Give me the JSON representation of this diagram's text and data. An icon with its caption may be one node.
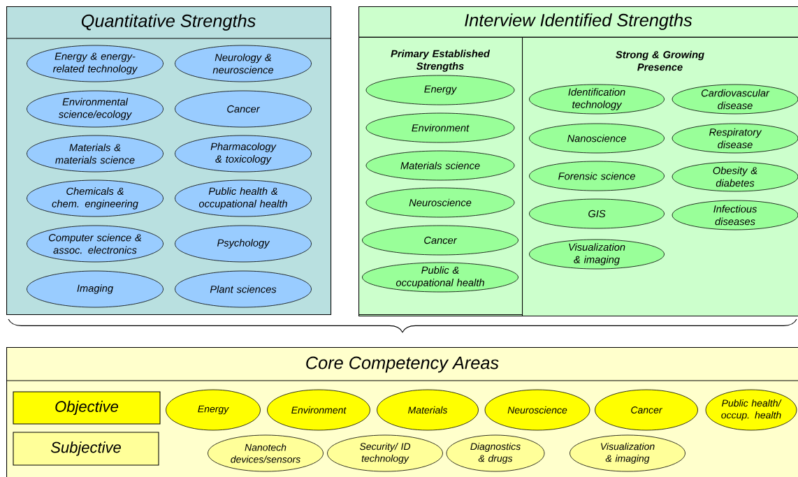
{
  "diagram": {
    "nodes": [
      {
        "text": [
          "Quantitative Strengths"
        ]
      },
      {
        "text": [
          "Energy & energy-related technology"
        ],
        "in": 0
      },
      {
        "text": [
          "Neurology & neuroscience"
        ],
        "in": 0
      },
      {
        "text": [
          "Environmental science/ecology"
        ],
        "in": 0
      },
      {
        "text": [
          "Cancer"
        ],
        "in": 0
      },
      {
        "text": [
          "Materials & materials science"
        ],
        "in": 0
      },
      {
        "text": [
          "Pharmacology & toxicology"
        ],
        "in": 0
      },
      {
        "text": [
          "Chemicals & chem. engineering"
        ],
        "in": 0
      },
      {
        "text": [
          "Public health & occupational health"
        ],
        "in": 0
      },
      {
        "text": [
          "Computer science & assoc. electronics"
        ],
        "in": 0
      },
      {
        "text": [
          "Psychology"
        ],
        "in": 0
      },
      {
        "text": [
          "Imaging"
        ],
        "in": 0
      },
      {
        "text": [
          "Plant sciences"
        ],
        "in": 0
      },
      {
        "text": [
          "Interview Identified Strengths"
        ]
      },
      {
        "text": [
          "Primary Established Strengths"
        ],
        "in": 13
      },
      {
        "text": [
          "Energy"
        ],
        "in": 14
      },
      {
        "text": [
          "Environment"
        ],
        "in": 14
      },
      {
        "text": [
          "Materials science"
        ],
        "in": 14
      },
      {
        "text": [
          "Neuroscience"
        ],
        "in": 14
      },
      {
        "text": [
          "Cancer"
        ],
        "in": 14
      },
      {
        "text": [
          "Public & occupational health"
        ],
        "in": 14
      },
      {
        "text": [
          "Strong & Growing Presence"
        ],
        "in": 13
      },
      {
        "text": [
          "Identification technology"
        ],
        "in": 21
      },
      {
        "text": [
          "Cardiovascular disease"
        ],
        "in": 21
      },
      {
        "text": [
          "Nanoscience"
        ],
        "in": 21
      },
      {
        "text": [
          "Respiratory disease"
        ],
        "in": 21
      },
      {
        "text": [
          "Forensic science"
        ],
        "in": 21
      },
      {
        "text": [
          "Obesity & diabetes"
        ],
        "in": 21
      },
      {
        "text": [
          "GIS"
        ],
        "in": 21
      },
      {
        "text": [
          "Infectious diseases"
        ],
        "in": 21
      },
      {
        "text": [
          "Visualization & imaging"
        ],
        "in": 21
      },
      {
        "text": [
          "Core Competency Areas"
        ]
      },
      {
        "text": [
          "Objective"
        ],
        "in": 31
      },
      {
        "text": [
          "Energy"
        ],
        "in": 31
      },
      {
        "text": [
          "Environment"
        ],
        "in": 31
      },
      {
        "text": [
          "Materials"
        ],
        "in": 31
      },
      {
        "text": [
          "Neuroscience"
        ],
        "in": 31
      },
      {
        "text": [
          "Cancer"
        ],
        "in": 31
      },
      {
        "text": [
          "Public health/ occup. health"
        ],
        "in": 31
      },
      {
        "text": [
          "Subjective"
        ],
        "in": 31
      },
      {
        "text": [
          "Nanotech devices/sensors"
        ],
        "in": 31
      },
      {
        "text": [
          "Security/ ID technology"
        ],
        "in": 31
      },
      {
        "text": [
          "Diagnostics & drugs"
        ],
        "in": 31
      },
      {
        "text": [
          "Visualization & imaging"
        ],
        "in": 31
      }
    ],
    "edges": []
  }
}
